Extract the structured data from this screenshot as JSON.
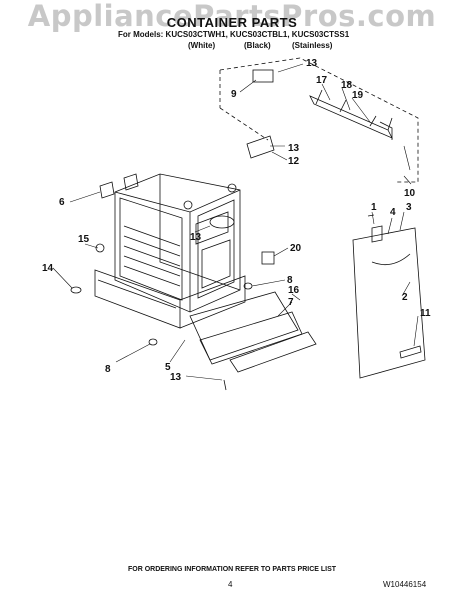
{
  "watermark": "AppliancePartsPros.com",
  "title": "CONTAINER PARTS",
  "models": "For Models: KUCS03CTWH1, KUCS03CTBL1, KUCS03CTSS1",
  "colors": [
    "(White)",
    "(Black)",
    "(Stainless)"
  ],
  "callouts": [
    "13",
    "9",
    "17",
    "18",
    "19",
    "13",
    "12",
    "6",
    "13",
    "10",
    "1",
    "4",
    "3",
    "15",
    "20",
    "14",
    "8",
    "7",
    "16",
    "2",
    "11",
    "8",
    "5",
    "13"
  ],
  "footer": "FOR ORDERING INFORMATION REFER TO PARTS PRICE LIST",
  "page_number": "4",
  "doc_number": "W10446154"
}
